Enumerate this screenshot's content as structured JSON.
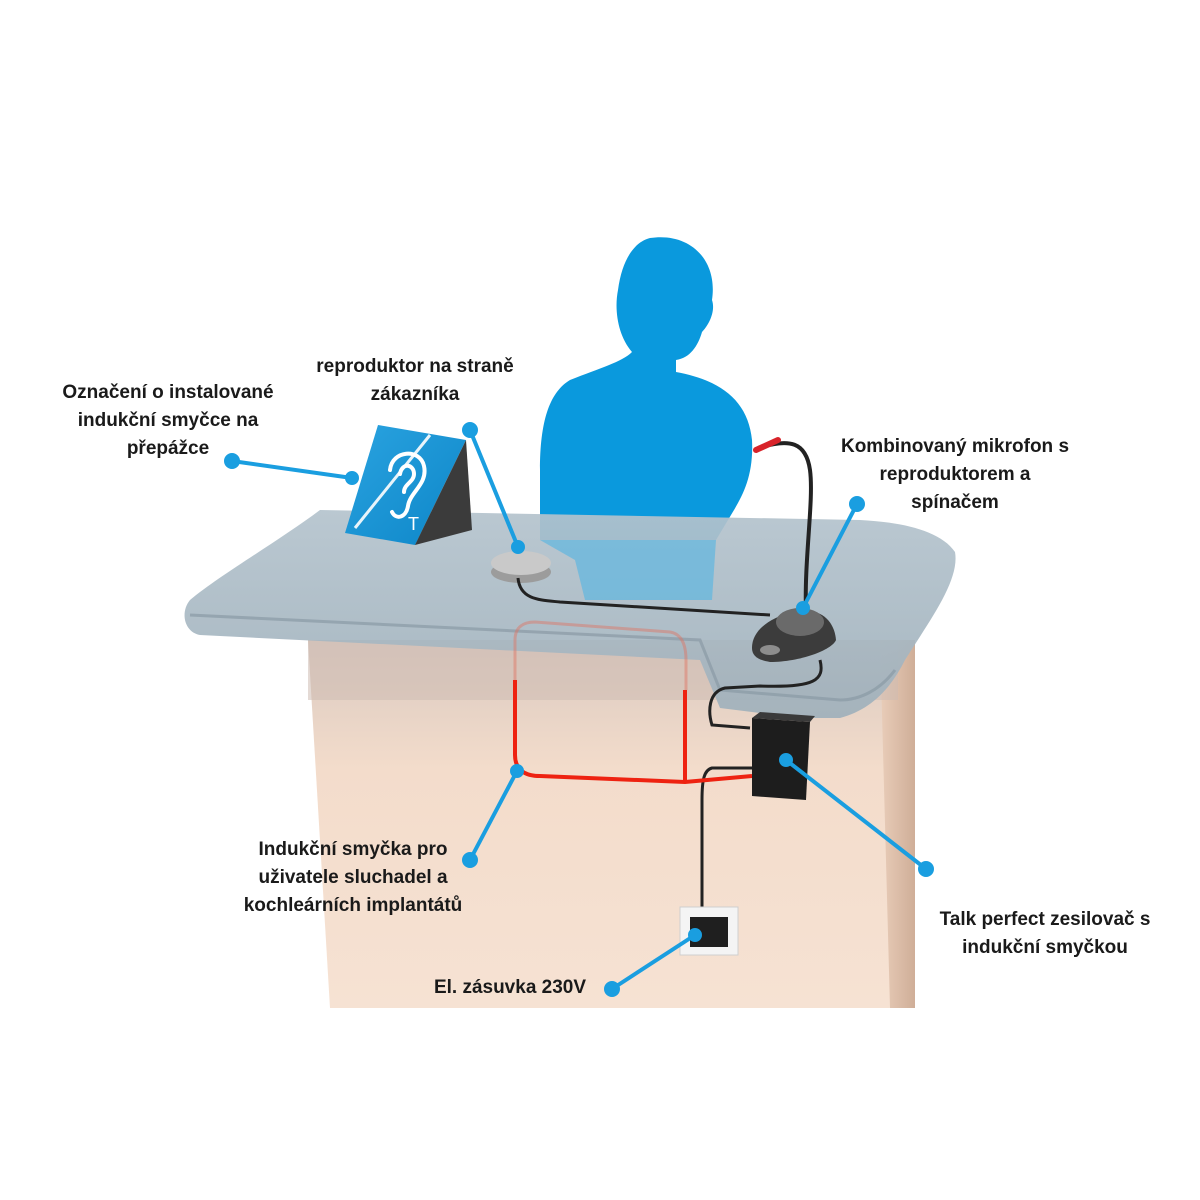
{
  "labels": {
    "sign": [
      "Označení o instalované",
      "indukční smyčce na",
      "přepážce"
    ],
    "speaker": [
      "reproduktor na straně",
      "zákazníka"
    ],
    "microphone": [
      "Kombinovaný mikrofon s",
      "reproduktorem a",
      "spínačem"
    ],
    "loop": [
      "Indukční smyčka pro",
      "uživatele sluchadel a",
      "kochleárních implantátů"
    ],
    "socket": [
      "El. zásuvka 230V"
    ],
    "amplifier": [
      "Talk perfect zesilovač s",
      "indukční smyčkou"
    ]
  },
  "sign_letter": "T",
  "colors": {
    "callout": "#1a9ee0",
    "person": "#0a99dd",
    "loop_wire": "#ee2211",
    "counter_top": "#a9b8c3",
    "counter_front": "#f3d8c5",
    "cable": "#222222"
  },
  "icons": [
    "hearing-loop-ear-icon",
    "microphone-icon",
    "person-silhouette"
  ]
}
